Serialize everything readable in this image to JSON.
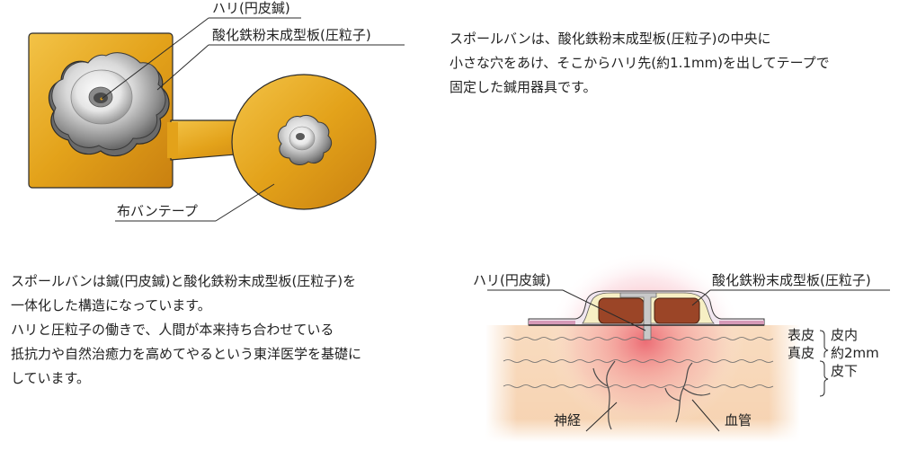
{
  "top_diagram": {
    "label_needle": "ハリ(円皮鍼)",
    "label_plate": "酸化鉄粉末成型板(圧粒子)",
    "label_tape": "布バンテープ"
  },
  "top_text": {
    "lines": [
      "スポールバンは、酸化鉄粉末成型板(圧粒子)の中央に",
      "小さな穴をあけ、そこからハリ先(約1.1mm)を出してテープで",
      "固定した鍼用器具です。"
    ]
  },
  "bottom_text": {
    "lines": [
      "スポールバンは鍼(円皮鍼)と酸化鉄粉末成型板(圧粒子)を",
      "一体化した構造になっています。",
      "ハリと圧粒子の働きで、人間が本来持ち合わせている",
      "抵抗力や自然治癒力を高めてやるという東洋医学を基礎に",
      "しています。"
    ]
  },
  "cross_section": {
    "label_needle": "ハリ(円皮鍼)",
    "label_plate": "酸化鉄粉末成型板(圧粒子)",
    "layer_epidermis": "表皮",
    "layer_dermis": "真皮",
    "depth_intradermal": "皮内",
    "depth_value": "約2mm",
    "depth_subcutaneous": "皮下",
    "label_nerve": "神経",
    "label_vessel": "血管"
  },
  "colors": {
    "gold": "#e3a21a",
    "skin": "#f7d9b9",
    "plate_brown": "#9b4527",
    "tape_pink": "#d69ab8"
  }
}
